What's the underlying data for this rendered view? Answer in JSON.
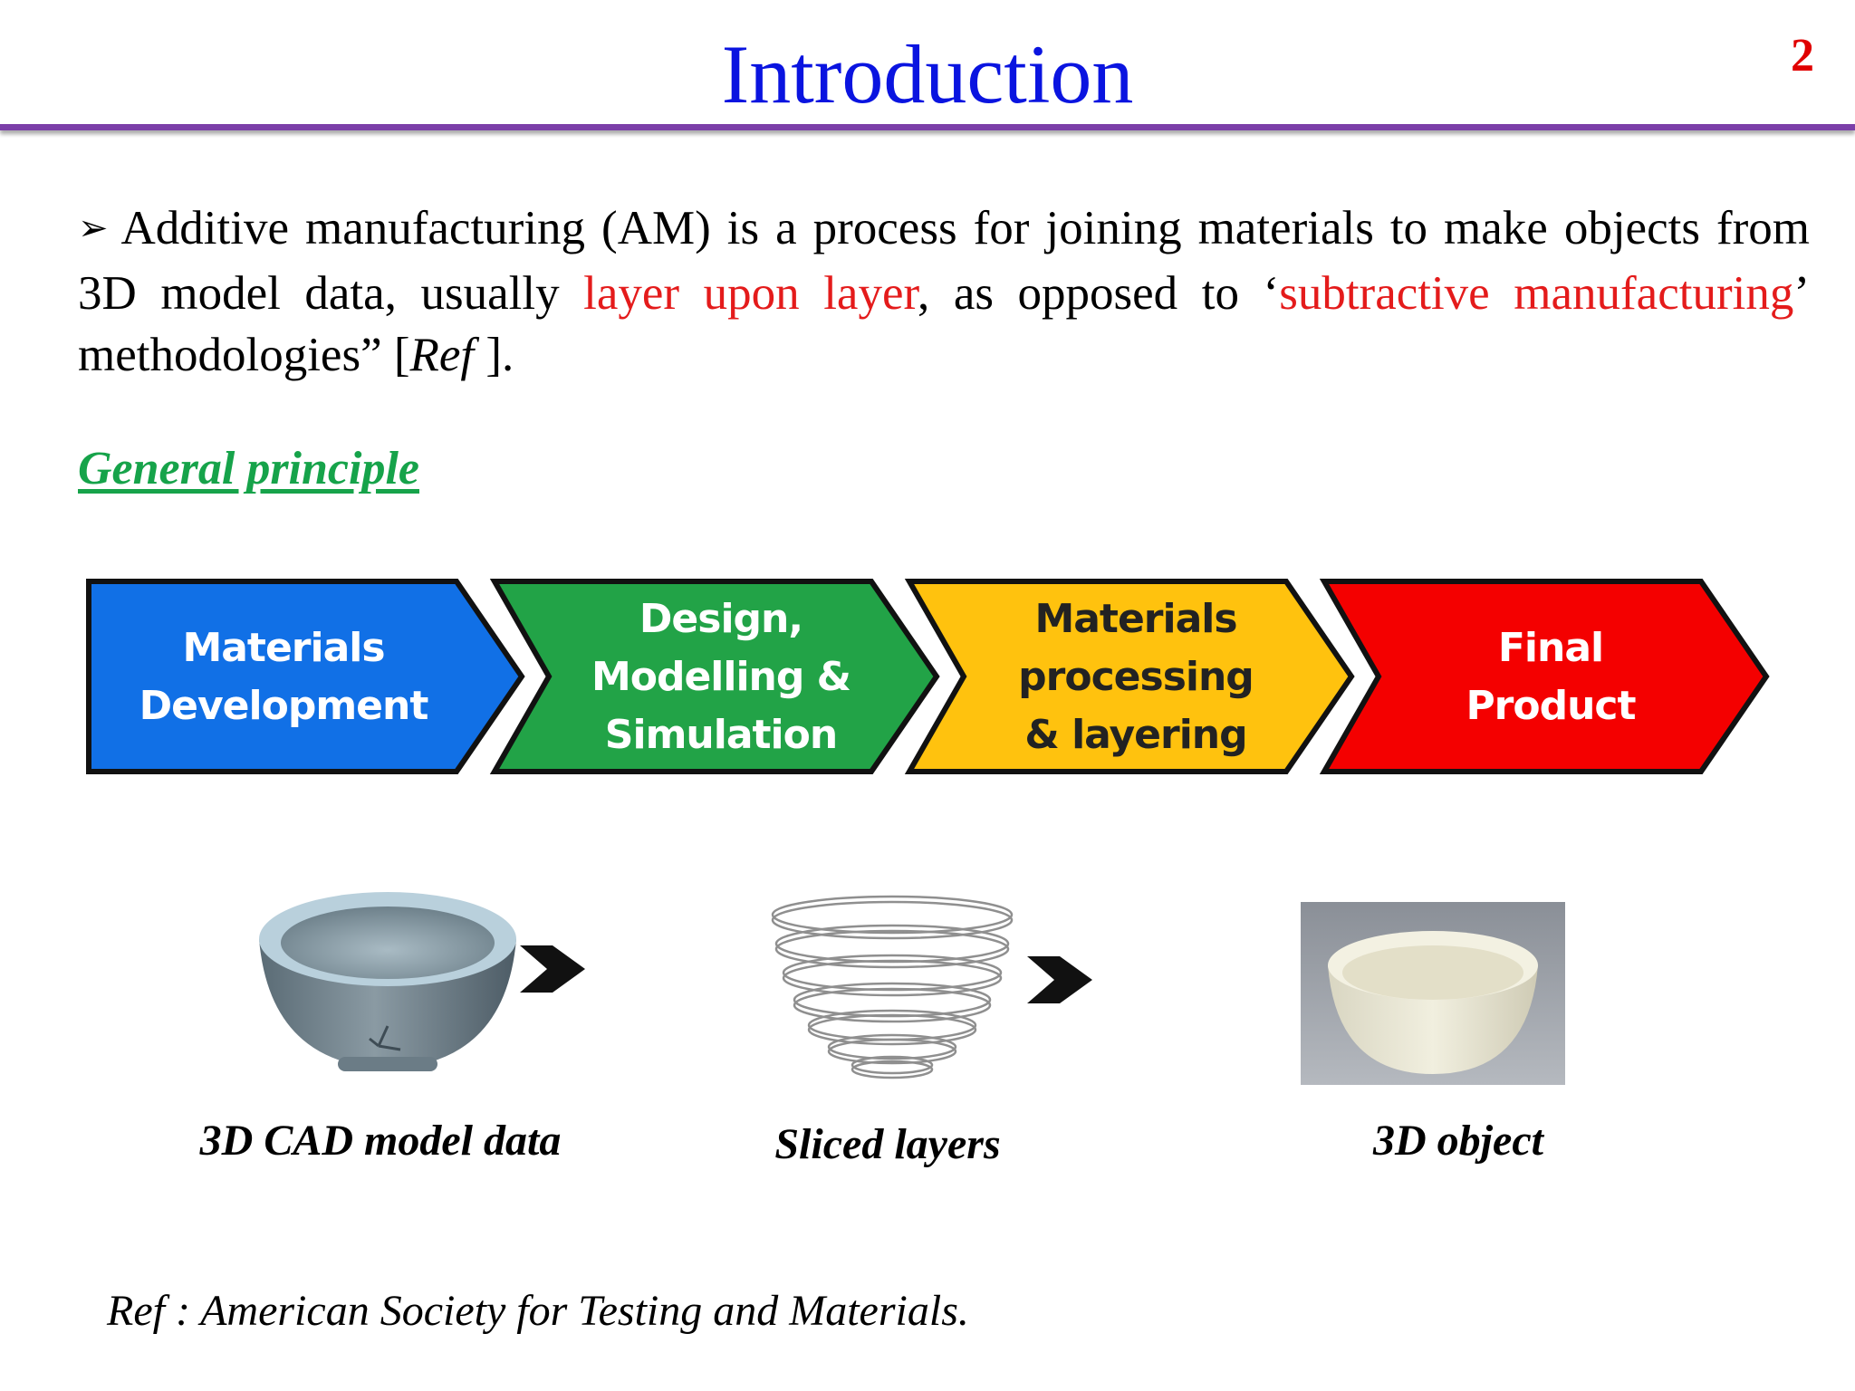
{
  "slide": {
    "title": "Introduction",
    "page_number": "2"
  },
  "intro": {
    "bullet_symbol": "➢",
    "seg1": "Additive manufacturing (AM) is a process for joining materials to make objects from 3D model data, usually ",
    "seg2_red": "layer upon layer",
    "seg3": ", as opposed to ‘",
    "seg4_red": "subtractive manufacturing",
    "seg5": "’ methodologies” [",
    "seg6_italic": "Ref",
    "seg7": " ]."
  },
  "general_principle": {
    "heading": "General principle",
    "steps": [
      {
        "lines": [
          "Materials",
          "Development"
        ],
        "color": "#1170e6"
      },
      {
        "lines": [
          "Design,",
          "Modelling &",
          "Simulation"
        ],
        "color": "#22a347"
      },
      {
        "lines": [
          "Materials",
          "processing",
          "& layering"
        ],
        "color": "#ffc20e"
      },
      {
        "lines": [
          "Final",
          "Product"
        ],
        "color": "#f40000"
      }
    ]
  },
  "objects": [
    {
      "caption": "3D CAD model data",
      "icon": "cad-bowl-icon"
    },
    {
      "caption": "Sliced layers",
      "icon": "sliced-layers-icon"
    },
    {
      "caption": "3D object",
      "icon": "printed-bowl-icon"
    }
  ],
  "reference": "Ref : American Society for Testing and Materials."
}
